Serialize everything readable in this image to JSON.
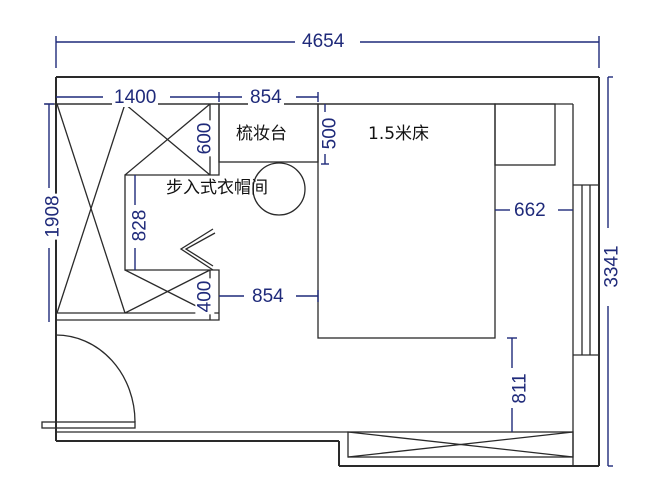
{
  "floor_plan": {
    "type": "bedroom floor plan",
    "rooms": {
      "vanity_label": "梳妆台",
      "bed_label": "1.5米床",
      "walkin_closet_label": "步入式衣帽间"
    },
    "dimensions": {
      "overall_width": "4654",
      "overall_height": "3341",
      "closet_width": "1400",
      "vanity_width": "854",
      "closet_height": "1908",
      "closet_upper_depth": "600",
      "vanity_depth": "500",
      "closet_passage": "828",
      "closet_lower_depth": "400",
      "bed_to_closet": "854",
      "bed_to_window": "662",
      "bed_to_bottom_cabinet": "811"
    },
    "colors": {
      "wall_line": "#2a2a2a",
      "dimension_line": "#1f2a7a",
      "background": "#ffffff"
    }
  }
}
